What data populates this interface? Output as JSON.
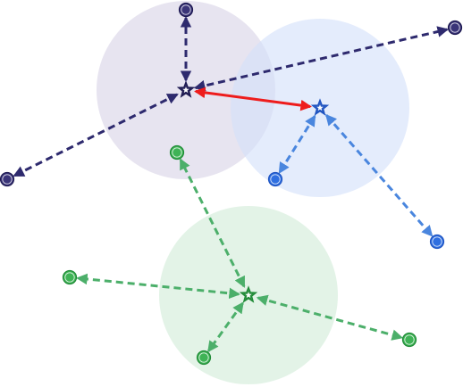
{
  "colors": {
    "navy": "#2e2a6e",
    "navy_fill": "#3a3478",
    "navy_dark": "#1c1850",
    "navy_region": "#d8d4e6",
    "blue": "#4a86de",
    "blue_fill": "#2f6fe0",
    "blue_dark": "#1d52c0",
    "blue_region": "#d4e0fa",
    "green": "#4caf6a",
    "green_fill": "#3fb356",
    "green_dark": "#1f8a36",
    "green_region": "#d2ecd9",
    "link": "#ee1c1c"
  },
  "clusters": [
    {
      "id": "navy",
      "center_shape": "star-icon",
      "color": "navy",
      "members": [
        "member-1",
        "member-2",
        "member-3"
      ]
    },
    {
      "id": "blue",
      "center_shape": "star-icon",
      "color": "blue",
      "members": [
        "member-1",
        "member-2"
      ]
    },
    {
      "id": "green",
      "center_shape": "star-icon",
      "color": "green",
      "members": [
        "member-1",
        "member-2",
        "member-3",
        "member-4"
      ]
    }
  ],
  "links": [
    {
      "from": "navy",
      "to": "blue",
      "style": "solid",
      "arrows": "both",
      "color": "link"
    }
  ],
  "member_edges": {
    "style": "dashed",
    "arrows": "both"
  }
}
